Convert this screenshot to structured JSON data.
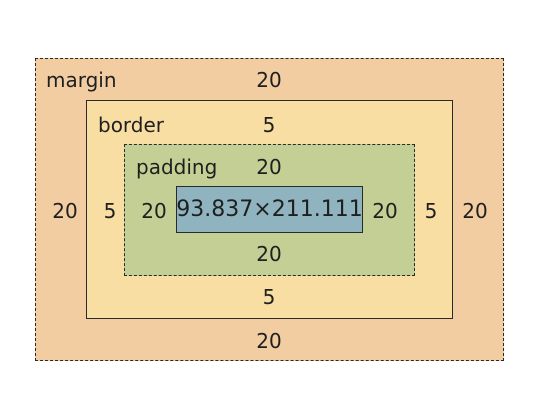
{
  "margin": {
    "label": "margin",
    "top": "20",
    "right": "20",
    "bottom": "20",
    "left": "20",
    "color": "#f3cda2"
  },
  "border": {
    "label": "border",
    "top": "5",
    "right": "5",
    "bottom": "5",
    "left": "5",
    "color": "#f8dea3"
  },
  "padding": {
    "label": "padding",
    "top": "20",
    "right": "20",
    "bottom": "20",
    "left": "20",
    "color": "#c3cf94"
  },
  "content": {
    "size": "93.837×211.111",
    "color": "#8fb3bf"
  }
}
